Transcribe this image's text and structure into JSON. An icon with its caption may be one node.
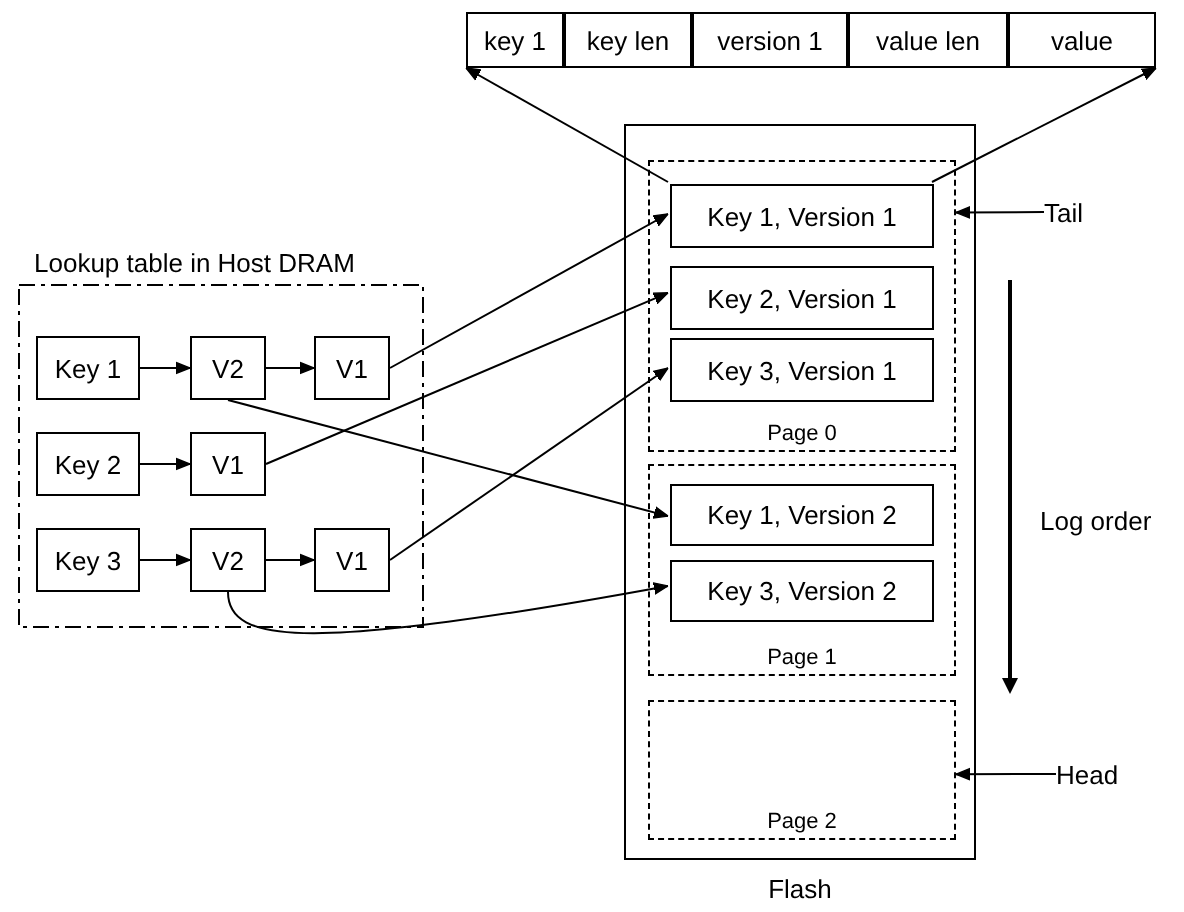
{
  "diagram": {
    "nodes": [
      {
        "text": [
          "key 1"
        ]
      },
      {
        "text": [
          "key len"
        ]
      },
      {
        "text": [
          "version 1"
        ]
      },
      {
        "text": [
          "value len"
        ]
      },
      {
        "text": [
          "value"
        ]
      },
      {
        "text": [
          "Lookup table in Host DRAM"
        ]
      },
      {
        "text": [
          "Key 1"
        ],
        "in": 5
      },
      {
        "text": [
          "V2"
        ],
        "in": 5
      },
      {
        "text": [
          "V1"
        ],
        "in": 5
      },
      {
        "text": [
          "Key 2"
        ],
        "in": 5
      },
      {
        "text": [
          "V1"
        ],
        "in": 5
      },
      {
        "text": [
          "Key 3"
        ],
        "in": 5
      },
      {
        "text": [
          "V2"
        ],
        "in": 5
      },
      {
        "text": [
          "V1"
        ],
        "in": 5
      },
      {
        "text": [
          "Flash"
        ]
      },
      {
        "text": [
          "Page 0"
        ],
        "in": 14
      },
      {
        "text": [
          "Key 1, Version 1"
        ],
        "in": 15
      },
      {
        "text": [
          "Key 2, Version 1"
        ],
        "in": 15
      },
      {
        "text": [
          "Key 3, Version 1"
        ],
        "in": 15
      },
      {
        "text": [
          "Page 1"
        ],
        "in": 14
      },
      {
        "text": [
          "Key 1, Version 2"
        ],
        "in": 19
      },
      {
        "text": [
          "Key 3, Version 2"
        ],
        "in": 19
      },
      {
        "text": [
          "Page 2"
        ],
        "in": 14
      },
      {
        "text": [
          "Tail"
        ]
      },
      {
        "text": [
          "Head"
        ]
      }
    ],
    "edges": [
      {
        "from": 6,
        "to": 7,
        "arrow": "to"
      },
      {
        "from": 7,
        "to": 8,
        "arrow": "to"
      },
      {
        "from": 8,
        "to": 16,
        "arrow": "to"
      },
      {
        "from": 7,
        "to": 20,
        "arrow": "to"
      },
      {
        "from": 9,
        "to": 10,
        "arrow": "to"
      },
      {
        "from": 10,
        "to": 17,
        "arrow": "to"
      },
      {
        "from": 11,
        "to": 12,
        "arrow": "to"
      },
      {
        "from": 12,
        "to": 13,
        "arrow": "to"
      },
      {
        "from": 13,
        "to": 18,
        "arrow": "to"
      },
      {
        "from": 12,
        "to": 21,
        "arrow": "to"
      },
      {
        "from": 23,
        "to": 15,
        "arrow": "to"
      },
      {
        "from": 24,
        "to": 22,
        "arrow": "to"
      },
      {
        "from": 16,
        "to": 0,
        "arrow": "to"
      },
      {
        "from": 16,
        "to": 4,
        "arrow": "to"
      }
    ],
    "labels": [
      "Log order"
    ]
  }
}
